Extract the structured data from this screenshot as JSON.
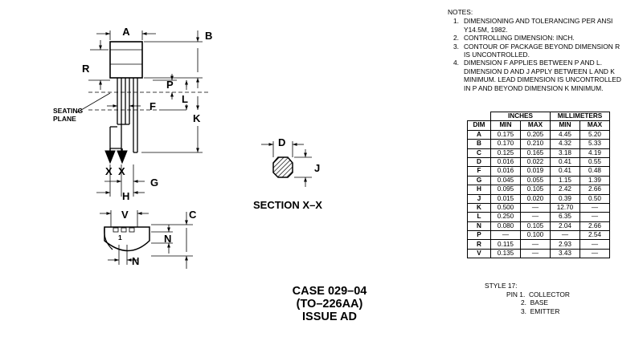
{
  "drawing": {
    "labels": {
      "A": "A",
      "B": "B",
      "R": "R",
      "P": "P",
      "L": "L",
      "F": "F",
      "K": "K",
      "X1": "X",
      "X2": "X",
      "G": "G",
      "H": "H",
      "V": "V",
      "C": "C",
      "N1": "N",
      "N2": "N",
      "pin1": "1",
      "D": "D",
      "J": "J",
      "seating_line1": "SEATING",
      "seating_line2": "PLANE"
    },
    "section_label": "SECTION X–X"
  },
  "notes": {
    "heading": "NOTES:",
    "items": [
      {
        "num": "1.",
        "lines": [
          "DIMENSIONING AND TOLERANCING PER ANSI",
          "Y14.5M, 1982."
        ]
      },
      {
        "num": "2.",
        "lines": [
          "CONTROLLING DIMENSION: INCH."
        ]
      },
      {
        "num": "3.",
        "lines": [
          "CONTOUR OF PACKAGE BEYOND DIMENSION R",
          "IS UNCONTROLLED."
        ]
      },
      {
        "num": "4.",
        "lines": [
          "DIMENSION F APPLIES BETWEEN P AND L.",
          "DIMENSION D AND J APPLY BETWEEN L AND K",
          "MINIMUM. LEAD DIMENSION IS UNCONTROLLED",
          "IN P AND BEYOND DIMENSION K MINIMUM."
        ]
      }
    ]
  },
  "table": {
    "group_inches": "INCHES",
    "group_mm": "MILLIMETERS",
    "dim_header": "DIM",
    "min": "MIN",
    "max": "MAX",
    "rows": [
      {
        "dim": "A",
        "in_min": "0.175",
        "in_max": "0.205",
        "mm_min": "4.45",
        "mm_max": "5.20"
      },
      {
        "dim": "B",
        "in_min": "0.170",
        "in_max": "0.210",
        "mm_min": "4.32",
        "mm_max": "5.33"
      },
      {
        "dim": "C",
        "in_min": "0.125",
        "in_max": "0.165",
        "mm_min": "3.18",
        "mm_max": "4.19"
      },
      {
        "dim": "D",
        "in_min": "0.016",
        "in_max": "0.022",
        "mm_min": "0.41",
        "mm_max": "0.55"
      },
      {
        "dim": "F",
        "in_min": "0.016",
        "in_max": "0.019",
        "mm_min": "0.41",
        "mm_max": "0.48"
      },
      {
        "dim": "G",
        "in_min": "0.045",
        "in_max": "0.055",
        "mm_min": "1.15",
        "mm_max": "1.39"
      },
      {
        "dim": "H",
        "in_min": "0.095",
        "in_max": "0.105",
        "mm_min": "2.42",
        "mm_max": "2.66"
      },
      {
        "dim": "J",
        "in_min": "0.015",
        "in_max": "0.020",
        "mm_min": "0.39",
        "mm_max": "0.50"
      },
      {
        "dim": "K",
        "in_min": "0.500",
        "in_max": "—",
        "mm_min": "12.70",
        "mm_max": "—"
      },
      {
        "dim": "L",
        "in_min": "0.250",
        "in_max": "—",
        "mm_min": "6.35",
        "mm_max": "—"
      },
      {
        "dim": "N",
        "in_min": "0.080",
        "in_max": "0.105",
        "mm_min": "2.04",
        "mm_max": "2.66"
      },
      {
        "dim": "P",
        "in_min": "—",
        "in_max": "0.100",
        "mm_min": "—",
        "mm_max": "2.54"
      },
      {
        "dim": "R",
        "in_min": "0.115",
        "in_max": "—",
        "mm_min": "2.93",
        "mm_max": "—"
      },
      {
        "dim": "V",
        "in_min": "0.135",
        "in_max": "—",
        "mm_min": "3.43",
        "mm_max": "—"
      }
    ]
  },
  "style": {
    "title": "STYLE 17:",
    "pins": [
      {
        "num": "PIN 1.",
        "name": "COLLECTOR"
      },
      {
        "num": "2.",
        "name": "BASE"
      },
      {
        "num": "3.",
        "name": "EMITTER"
      }
    ]
  },
  "case": {
    "line1": "CASE 029–04",
    "line2": "(TO–226AA)",
    "line3": "ISSUE AD"
  }
}
